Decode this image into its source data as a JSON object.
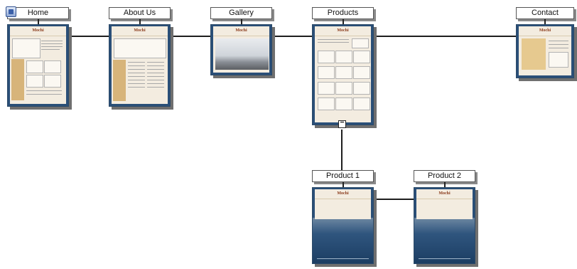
{
  "app": {
    "accent_color": "#2a4f78",
    "label_border_color": "#555555",
    "connector_color": "#1e1e1e",
    "node_icon": "site-home-icon"
  },
  "site_map": {
    "nodes": [
      {
        "id": "home",
        "label": "Home"
      },
      {
        "id": "about-us",
        "label": "About Us"
      },
      {
        "id": "gallery",
        "label": "Gallery"
      },
      {
        "id": "products",
        "label": "Products",
        "expanded": true,
        "toggle_label": "−"
      },
      {
        "id": "contact",
        "label": "Contact"
      },
      {
        "id": "product-1",
        "label": "Product 1",
        "parent": "products"
      },
      {
        "id": "product-2",
        "label": "Product 2",
        "parent": "products"
      }
    ],
    "page_header_text": "Mochi"
  }
}
